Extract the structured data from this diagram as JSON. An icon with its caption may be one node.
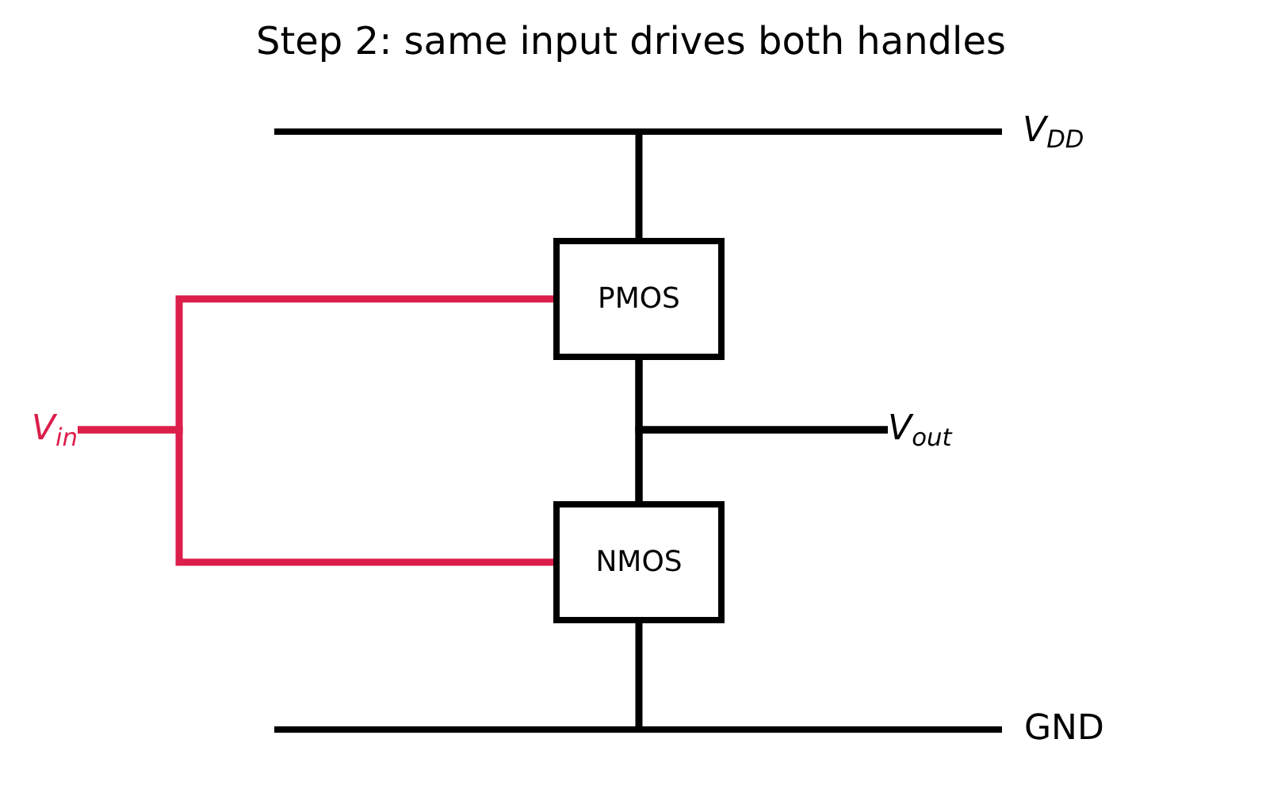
{
  "diagram": {
    "title": "Step 2: same input drives both handles",
    "nodes": [
      {
        "text": [],
        "shape": "bar",
        "beside": [
          "V$_{DD}$"
        ]
      },
      {
        "text": [
          "PMOS"
        ]
      },
      {
        "text": [
          "V$_{in}$"
        ]
      },
      {
        "text": [
          "V$_{out}$"
        ]
      },
      {
        "text": [
          "NMOS"
        ]
      },
      {
        "text": [],
        "shape": "bar",
        "beside": [
          "GND"
        ]
      }
    ],
    "edges": [
      {
        "from": 0,
        "to": 1,
        "arrow": "none"
      },
      {
        "from": 1,
        "to": 4,
        "arrow": "none"
      },
      {
        "from": 1,
        "to": 3,
        "arrow": "none"
      },
      {
        "from": 4,
        "to": 3,
        "arrow": "none"
      },
      {
        "from": 4,
        "to": 5,
        "arrow": "none"
      },
      {
        "from": 2,
        "to": 1,
        "arrow": "none",
        "color": "#dc1e4a"
      },
      {
        "from": 2,
        "to": 4,
        "arrow": "none",
        "color": "#dc1e4a"
      }
    ]
  }
}
